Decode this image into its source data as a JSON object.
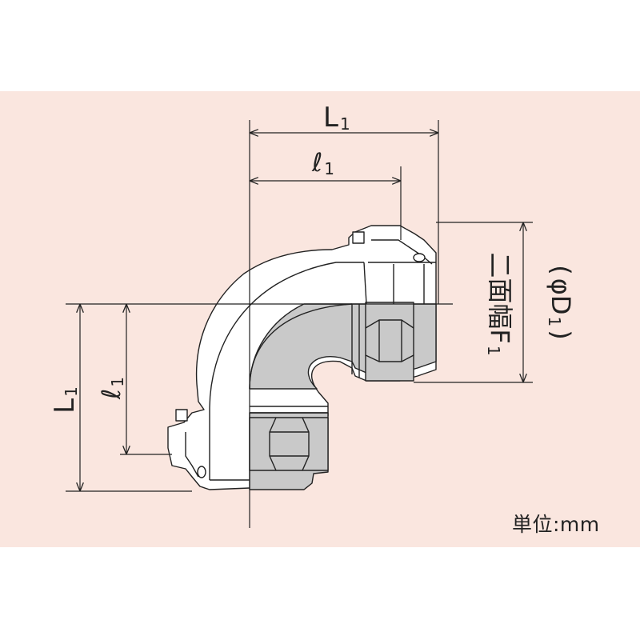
{
  "unit_label": "単位:mm",
  "dimensions": {
    "top_overall": {
      "symbol": "L",
      "subscript": "1"
    },
    "top_inner": {
      "symbol": "ℓ",
      "subscript": "1"
    },
    "left_overall": {
      "symbol": "L",
      "subscript": "1"
    },
    "left_inner": {
      "symbol": "ℓ",
      "subscript": "1"
    },
    "hex_flats": {
      "symbol": "二面幅F",
      "subscript": "1"
    },
    "diameter": {
      "open": "(",
      "symbol": "φD",
      "subscript": "1",
      "close": ")"
    }
  },
  "colors": {
    "background_panel": "#fae6df",
    "body_fill": "#ffffff",
    "section_gray": "#c9c9c9",
    "line": "#222222"
  }
}
